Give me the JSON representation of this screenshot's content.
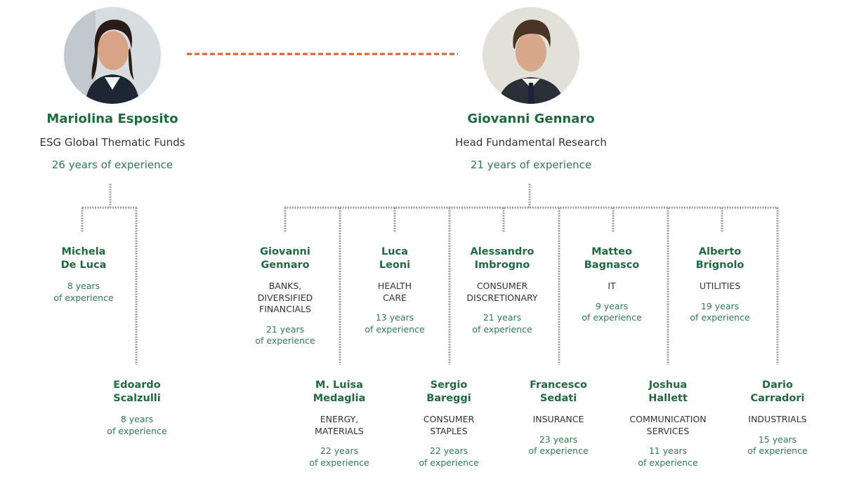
{
  "leaders": [
    {
      "name": "Mariolina Esposito",
      "role": "ESG Global Thematic Funds",
      "experience": "26 years of experience"
    },
    {
      "name": "Giovanni Gennaro",
      "role": "Head Fundamental Research",
      "experience": "21 years of experience"
    }
  ],
  "esg_team": [
    {
      "name": "Michela\nDe Luca",
      "sector": "",
      "experience": "8 years\nof experience"
    },
    {
      "name": "Edoardo\nScalzulli",
      "sector": "",
      "experience": "8 years\nof experience"
    }
  ],
  "research_top": [
    {
      "name": "Giovanni\nGennaro",
      "sector": "BANKS,\nDIVERSIFIED\nFINANCIALS",
      "experience": "21 years\nof experience"
    },
    {
      "name": "Luca\nLeoni",
      "sector": "HEALTH\nCARE",
      "experience": "13 years\nof experience"
    },
    {
      "name": "Alessandro\nImbrogno",
      "sector": "CONSUMER\nDISCRETIONARY",
      "experience": "21 years\nof experience"
    },
    {
      "name": "Matteo\nBagnasco",
      "sector": "IT",
      "experience": "9 years\nof experience"
    },
    {
      "name": "Alberto\nBrignolo",
      "sector": "UTILITIES",
      "experience": "19 years\nof experience"
    }
  ],
  "research_bottom": [
    {
      "name": "M. Luisa\nMedaglia",
      "sector": "ENERGY,\nMATERIALS",
      "experience": "22 years\nof experience"
    },
    {
      "name": "Sergio\nBareggi",
      "sector": "CONSUMER\nSTAPLES",
      "experience": "22 years\nof experience"
    },
    {
      "name": "Francesco\nSedati",
      "sector": "INSURANCE",
      "experience": "23 years\nof experience"
    },
    {
      "name": "Joshua\nHallett",
      "sector": "COMMUNICATION\nSERVICES",
      "experience": "11 years\nof experience"
    },
    {
      "name": "Dario\nCarradori",
      "sector": "INDUSTRIALS",
      "experience": "15 years\nof experience"
    }
  ],
  "colors": {
    "name_green": "#1f6b3f",
    "experience_green": "#2f7a52",
    "link_orange": "#d95a2b",
    "connector_grey": "#9a9a9a"
  }
}
